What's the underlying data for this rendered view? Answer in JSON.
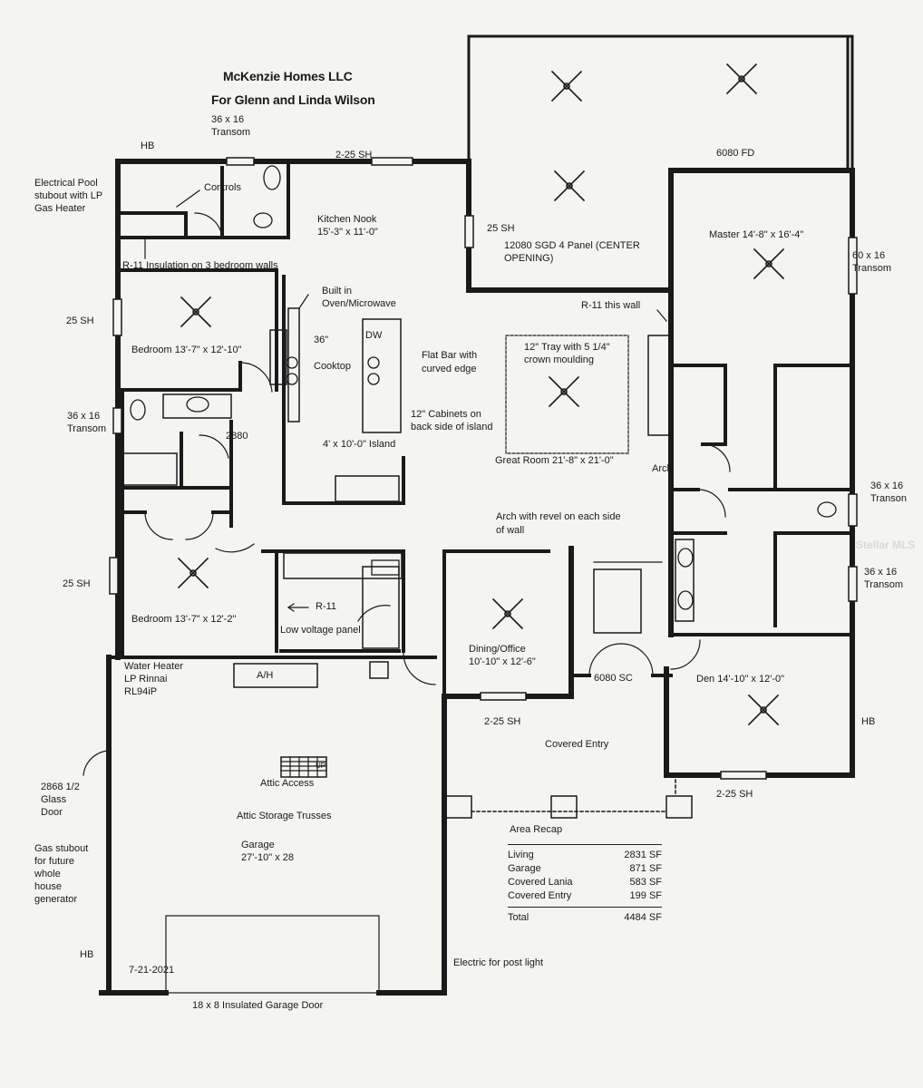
{
  "title": {
    "company": "McKenzie Homes LLC",
    "client": "For Glenn and Linda Wilson"
  },
  "watermark": "Stellar MLS",
  "rooms": {
    "kitchen_nook": {
      "name": "Kitchen Nook",
      "size": "15'-3\" x 11'-0\""
    },
    "master": "Master 14'-8\" x 16'-4\"",
    "bedroom1": "Bedroom 13'-7\" x 12'-10\"",
    "bedroom2": "Bedroom 13'-7\" x 12'-2\"",
    "great_room": "Great Room 21'-8\" x 21'-0\"",
    "dining": {
      "name": "Dining/Office",
      "size": "10'-10\" x 12'-6\""
    },
    "den": "Den 14'-10\" x 12'-0\"",
    "garage": {
      "name": "Garage",
      "size": "27'-10\" x 28"
    },
    "covered_entry": "Covered Entry"
  },
  "notes": {
    "transom_top": [
      "36 x 16",
      "Transom"
    ],
    "hb_top": "HB",
    "sh_top": "2-25 SH",
    "electrical_pool": [
      "Electrical Pool",
      "stubout with LP",
      "Gas Heater"
    ],
    "controls": "Controls",
    "sgd": [
      "12080 SGD 4 Panel (CENTER",
      "OPENING)"
    ],
    "sh_25_lanai": "25 SH",
    "fd": "6080 FD",
    "transom_master": [
      "60 x 16",
      "Transom"
    ],
    "r11_bedrooms": "R-11 Insulation on 3 bedroom walls",
    "built_in": [
      "Built in",
      "Oven/Microwave"
    ],
    "r11_wall": "R-11 this wall",
    "sh_25_bed1": "25 SH",
    "dw": "DW",
    "cooktop": [
      "36\"",
      "Cooktop"
    ],
    "flat_bar": [
      "Flat Bar with",
      "curved edge"
    ],
    "tray": [
      "12\" Tray with 5 1/4\"",
      "crown moulding"
    ],
    "transom_left": [
      "36 x 16",
      "Transom"
    ],
    "cabinets": [
      "12\" Cabinets on",
      "back side of island"
    ],
    "island": "4' x 10'-0\" Island",
    "door_2880": "2880",
    "arch": "Arch",
    "transom_right1": [
      "36 x 16",
      "Transon"
    ],
    "arch_revel": [
      "Arch with revel on each side",
      "of wall"
    ],
    "sh_25_bed2": "25 SH",
    "transom_right2": [
      "36 x 16",
      "Transom"
    ],
    "r11_small": "R-11",
    "low_voltage": "Low voltage panel",
    "water_heater": [
      "Water Heater",
      "LP Rinnai",
      "RL94iP"
    ],
    "ah": "A/H",
    "sc": "6080 SC",
    "hb_right": "HB",
    "sh_dining": "2-25  SH",
    "glass_door": [
      "2868 1/2",
      "Glass",
      "Door"
    ],
    "up": "UP",
    "attic_access": "Attic Access",
    "sh_den": "2-25 SH",
    "attic_trusses": "Attic Storage Trusses",
    "gas_stubout": [
      "Gas stubout",
      "for future",
      "whole",
      "house",
      "generator"
    ],
    "hb_bottom": "HB",
    "electric_post": "Electric for post light",
    "date": "7-21-2021",
    "garage_door": "18 x 8 Insulated Garage Door"
  },
  "area_recap": {
    "heading": "Area Recap",
    "rows": [
      {
        "label": "Living",
        "value": "2831 SF"
      },
      {
        "label": "Garage",
        "value": "871 SF"
      },
      {
        "label": "Covered Lania",
        "value": "583 SF"
      },
      {
        "label": "Covered Entry",
        "value": "199 SF"
      }
    ],
    "total": {
      "label": "Total",
      "value": "4484 SF"
    }
  }
}
